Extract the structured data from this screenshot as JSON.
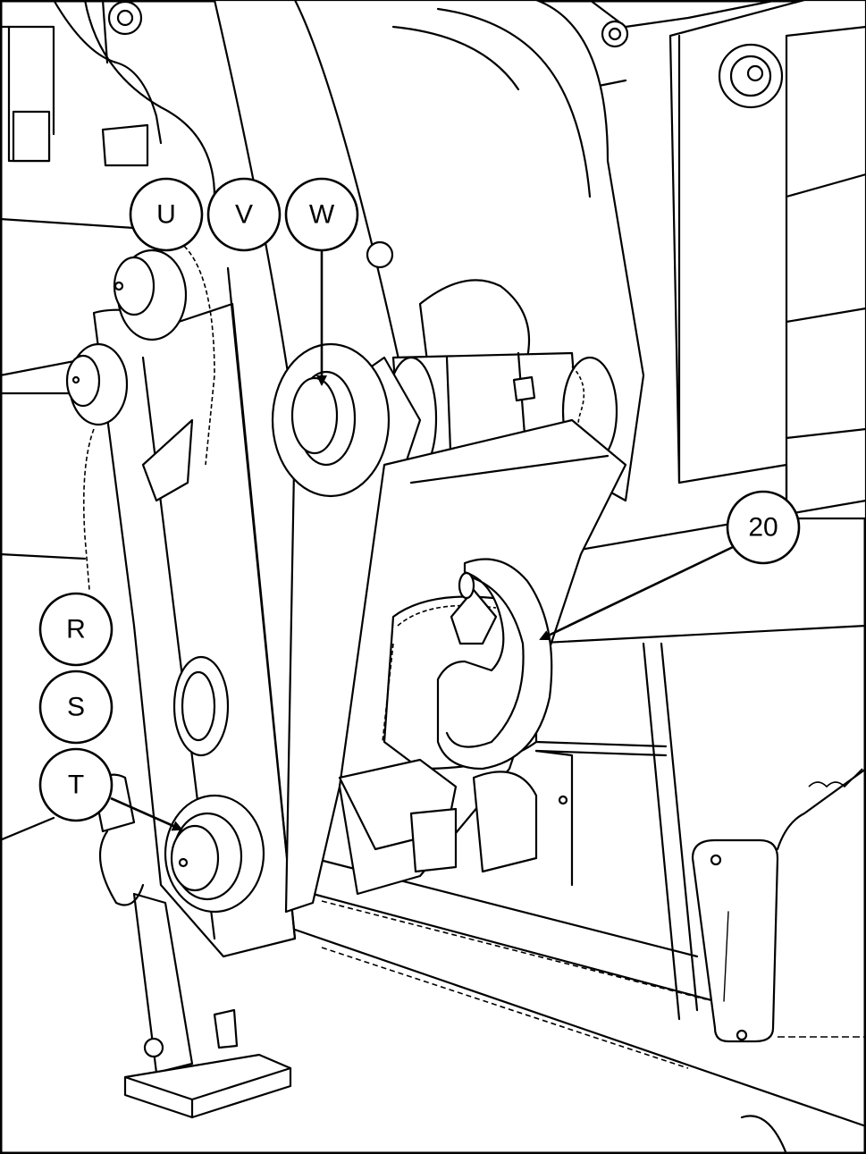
{
  "figure": {
    "description_free": true,
    "colors": {
      "line": "#000000",
      "background": "#ffffff"
    }
  },
  "callouts": {
    "u": "U",
    "v": "V",
    "w": "W",
    "r": "R",
    "s": "S",
    "t": "T",
    "twenty": "20"
  }
}
